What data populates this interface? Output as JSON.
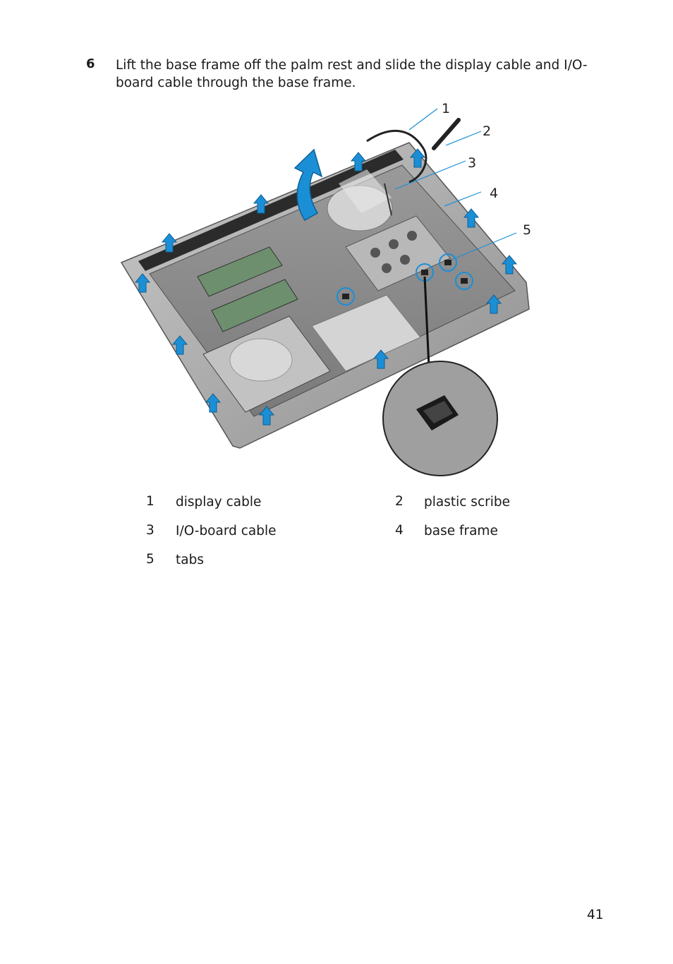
{
  "step": {
    "number": "6",
    "text": "Lift the base frame off the palm rest and slide the display cable and I/O-board cable through the base frame."
  },
  "figure": {
    "callouts": [
      "1",
      "2",
      "3",
      "4",
      "5"
    ],
    "accent_color": "#1b8fd6"
  },
  "legend": [
    {
      "num": "1",
      "label": "display cable"
    },
    {
      "num": "2",
      "label": "plastic scribe"
    },
    {
      "num": "3",
      "label": "I/O-board cable"
    },
    {
      "num": "4",
      "label": "base frame"
    },
    {
      "num": "5",
      "label": "tabs"
    }
  ],
  "page_number": "41"
}
